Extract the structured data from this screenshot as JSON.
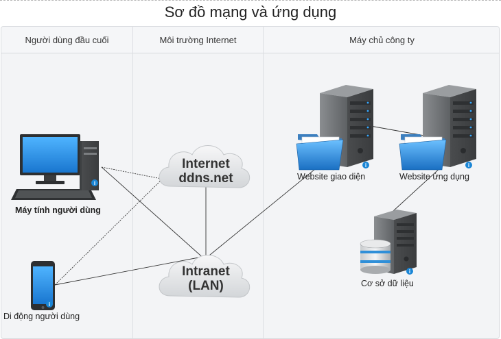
{
  "title": "Sơ đồ mạng và ứng dụng",
  "lanes": [
    "Người dùng đầu cuối",
    "Môi trường Internet",
    "Máy chủ công ty"
  ],
  "nodes": {
    "user_pc": "Máy tính người dùng",
    "mobile": "Di động người dùng",
    "internet_line1": "Internet",
    "internet_line2": "ddns.net",
    "intranet_line1": "Intranet",
    "intranet_line2": "(LAN)",
    "web_ui": "Website giao diện",
    "web_app": "Website ứng dụng",
    "database": "Cơ sở dữ liệu"
  },
  "colors": {
    "accent_blue": "#1a86d6",
    "server_gray": "#6f7275",
    "folder_blue": "#2f8fd8",
    "cloud_fill": "#e6e8ea"
  },
  "icons": [
    "desktop-computer-icon",
    "mobile-phone-icon",
    "cloud-icon",
    "server-icon",
    "folder-icon",
    "database-icon",
    "info-icon"
  ]
}
